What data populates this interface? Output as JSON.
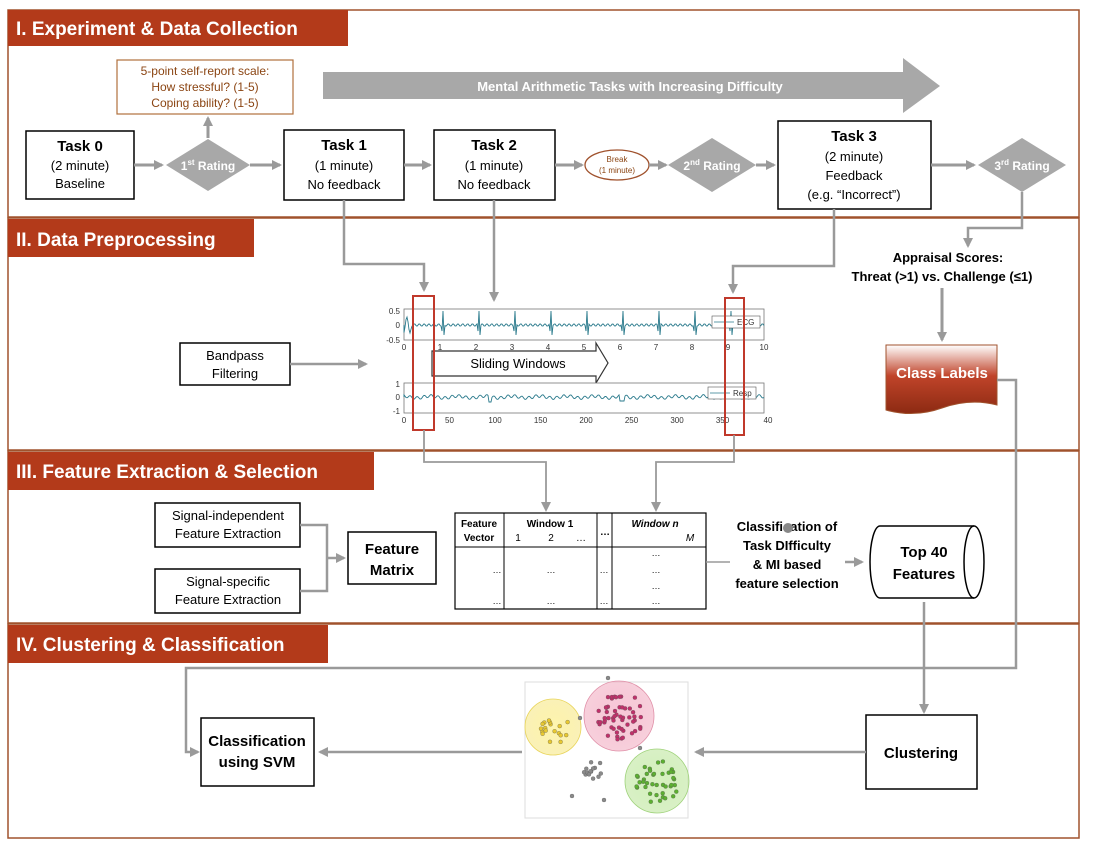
{
  "colors": {
    "header_bg": "#b33a1a",
    "section_border": "#a0522d",
    "arrow_gray": "#9a9a9a",
    "scale_text": "#8b4513",
    "signal_line": "#2a7a8c",
    "window_red": "#c0392b",
    "cluster_yellow": "#e8c830",
    "cluster_magenta": "#c0306a",
    "cluster_green": "#5cb030"
  },
  "sections": [
    {
      "title": "I. Experiment & Data Collection"
    },
    {
      "title": "II. Data Preprocessing"
    },
    {
      "title": "III. Feature Extraction & Selection"
    },
    {
      "title": "IV. Clustering & Classification"
    }
  ],
  "self_report": {
    "line1": "5-point self-report scale:",
    "line2": "How stressful? (1-5)",
    "line3": "Coping ability? (1-5)"
  },
  "mental_arrow": "Mental Arithmetic Tasks with Increasing Difficulty",
  "tasks": [
    {
      "title": "Task 0",
      "line1": "(2 minute)",
      "line2": "Baseline"
    },
    {
      "title": "Task 1",
      "line1": "(1 minute)",
      "line2": "No feedback"
    },
    {
      "title": "Task 2",
      "line1": "(1 minute)",
      "line2": "No feedback"
    },
    {
      "title": "Task 3",
      "line1": "(2 minute)",
      "line2": "Feedback",
      "line3": "(e.g. “Incorrect”)"
    }
  ],
  "ratings": [
    {
      "num": "1",
      "sup": "st",
      "word": " Rating"
    },
    {
      "num": "2",
      "sup": "nd",
      "word": " Rating"
    },
    {
      "num": "3",
      "sup": "rd",
      "word": " Rating"
    }
  ],
  "break": {
    "line1": "Break",
    "line2": "(1 minute)"
  },
  "appraisal": {
    "line1": "Appraisal Scores:",
    "line2": "Threat (>1) vs. Challenge (≤1)"
  },
  "class_labels": "Class Labels",
  "bandpass": {
    "line1": "Bandpass",
    "line2": "Filtering"
  },
  "signals": {
    "ecg_label": "ECG",
    "resp_label": "Resp",
    "sliding": "Sliding Windows",
    "ecg_yticks": [
      "0.5",
      "0",
      "-0.5"
    ],
    "ecg_xticks": [
      "0",
      "1",
      "2",
      "3",
      "4",
      "5",
      "6",
      "7",
      "8",
      "9",
      "10"
    ],
    "resp_yticks": [
      "1",
      "0",
      "-1"
    ],
    "resp_xticks": [
      "0",
      "50",
      "100",
      "150",
      "200",
      "250",
      "300",
      "350",
      "40"
    ]
  },
  "feature": {
    "sig_indep_1": "Signal-independent",
    "sig_indep_2": "Feature Extraction",
    "sig_spec_1": "Signal-specific",
    "sig_spec_2": "Feature Extraction",
    "matrix_1": "Feature",
    "matrix_2": "Matrix"
  },
  "table": {
    "h1a": "Feature",
    "h1b": "Vector",
    "h2": "Window 1",
    "h2_sub1": "1",
    "h2_sub2": "2",
    "h2_sub3": "…",
    "h3": "…",
    "h4": "Window n",
    "h4_sub": "M",
    "cell": "…"
  },
  "classification_text": {
    "l1": "Classification of",
    "l2": "Task DIfficulty",
    "l3": "& MI based",
    "l4": "feature selection"
  },
  "top40": {
    "l1": "Top 40",
    "l2": "Features"
  },
  "clustering": "Clustering",
  "svm": {
    "l1": "Classification",
    "l2": "using SVM"
  }
}
